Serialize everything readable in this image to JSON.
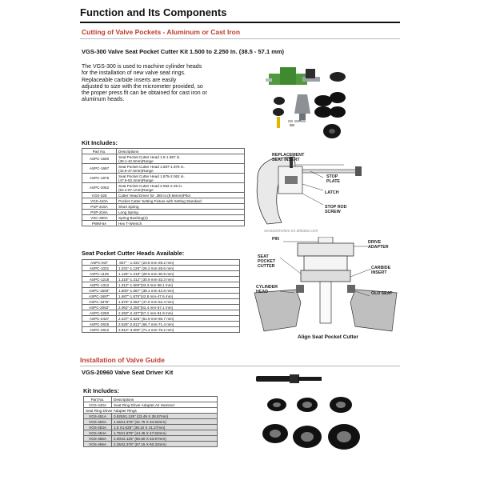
{
  "page": {
    "title": "Function and Its Components",
    "watermark": "sesautomotive.en.alibaba.com"
  },
  "pocket_section": {
    "heading": "Cutting of Valve Pockets - Aluminum or Cast Iron",
    "kit_title": "VGS-300 Valve Seat Pocket Cutter Kit  1.500 to 2.250 In. (38.5 - 57.1 mm)",
    "description": [
      "The VGS-300 is used to machine cylinder heads",
      "for the installation of new valve seat rings.",
      "Replaceable carbide inserts are easily",
      "adjusted to size with the micrometer provided, so",
      "the proper press fit can be obtained for cast iron or",
      "aluminum heads."
    ],
    "kit_includes_label": "Kit Includes:",
    "kit_table": {
      "headers": [
        "Part No.",
        "Descriptions"
      ],
      "rows": [
        {
          "part": "ASPC-1500",
          "desc": [
            "Seat Pocket Cutter Head 1.5-1.687 in.",
            "(38.1-42.9mm)Range"
          ]
        },
        {
          "part": "ASPC-1687",
          "desc": [
            "Seat Pocket Cutter Head 1.687-1.875 in.",
            "(42.9-47.6mm)Range"
          ]
        },
        {
          "part": "ASPC-1875",
          "desc": [
            "Seat Pocket Cutter Head 1.875-2.062 in.",
            "(47.6-52.4mm)Range"
          ]
        },
        {
          "part": "ASPC-2062",
          "desc": [
            "Seat Pocket Cutter Head 2.062-2.25 in.",
            "(52.4-57.1mm)Range"
          ]
        },
        {
          "part": "VGS-325",
          "desc": [
            "Cutter Head Driver for .380 in.(9.66mm)Pilot"
          ]
        },
        {
          "part": "VGS-410A",
          "desc": [
            "Pocket Cutter Setting Fixture with Setting Standard"
          ]
        },
        {
          "part": "PSP-215A",
          "desc": [
            "Short Spring"
          ]
        },
        {
          "part": "PSP-216A",
          "desc": [
            "Long Spring"
          ]
        },
        {
          "part": "VSC-300A",
          "desc": [
            "Spring Bushing(4)"
          ]
        },
        {
          "part": "PWM-6A",
          "desc": [
            "Hex T-Wrench"
          ]
        }
      ]
    },
    "cutter_heads_label": "Seat Pocket Cutter Heads Available:",
    "cutter_table": [
      {
        "part": "ASPC-937",
        "range": ".937\" - 1.031\" (23.8 mm-26.2 mm)"
      },
      {
        "part": "ASPC-1031",
        "range": "1.031\"-1.125\" (26.2 mm-28.6 mm)"
      },
      {
        "part": "ASPC-1125",
        "range": "1.125\"-1.218\" (28.6 mm-30.9 mm)"
      },
      {
        "part": "ASPC-1218",
        "range": "1.218\"-1.312\" (30.9 mm-33.3 mm)"
      },
      {
        "part": "ASPC-1312",
        "range": "1.312\"-1.500\"(33.3 mm-38.1 mm)"
      },
      {
        "part": "ASPC-1500\"",
        "range": "1.500\"-1.687\" (38.1 mm-42.8 mm)"
      },
      {
        "part": "ASPC-1687\"",
        "range": "1.687\"-1.875\"(42.8 mm-47.6 mm)"
      },
      {
        "part": "ASPC-1875\"",
        "range": "1.875\"-2.062\" (47.6 mm-52.4 mm)"
      },
      {
        "part": "ASPC-2062\"",
        "range": "2.062\"-2.250\"(52.4 mm-57.1 mm)"
      },
      {
        "part": "ASPC-2250",
        "range": "2.250\"-2.437\"(57.1 mm-61.9 mm)"
      },
      {
        "part": "ASPC-2437",
        "range": "2.437\"-2.625\" (61.9 mm-66.7 mm)"
      },
      {
        "part": "ASPC-2625",
        "range": "2.625\"-2.812\" (66.7 mm-71.4 mm)"
      },
      {
        "part": "ASPC-2812",
        "range": "2.812\"-3.000\" (71.4 mm-76.2 mm)"
      }
    ],
    "callouts_top": {
      "replacement": [
        "REPLACEMENT",
        "SEAT INSERT"
      ],
      "stop_plate": [
        "STOP",
        "PLATE"
      ],
      "latch": [
        "LATCH"
      ],
      "stop_rod": [
        "STOP ROD",
        "SCREW"
      ]
    },
    "callouts_bottom": {
      "pin": [
        "PIN"
      ],
      "drive_adapter": [
        "DRIVE",
        "ADAPTER"
      ],
      "seat_pocket_cutter": [
        "SEAT",
        "POCKET",
        "CUTTER"
      ],
      "carbide_insert": [
        "CARBIDE",
        "INSERT"
      ],
      "cylinder_head": [
        "CYLINDER",
        "HEAD"
      ],
      "old_seat": [
        "OLD SEAT"
      ],
      "caption": "Align Seat Pocket Cutter"
    }
  },
  "guide_section": {
    "heading": "Installation of Valve Guide",
    "kit_title": "VGS-20960 Valve Seat Driver Kit",
    "kit_includes_label": "Kit Includes:",
    "table": {
      "headers": [
        "Part No.",
        "Descriptions"
      ],
      "rows": [
        {
          "part": "VGS-440A",
          "desc": "Seat Ring Driver Adapter,Air Hammer",
          "shade": false
        },
        {
          "part": "",
          "desc": "Seat Ring Driver Adapter Rings",
          "shade": false
        },
        {
          "part": "VGS-451A",
          "desc": "0.925X1.125\" (23.49 X 28.57mm)",
          "shade": true
        },
        {
          "part": "VGS-452A",
          "desc": "1.25X1.375\" (31.75 X 34.92mm)",
          "shade": true
        },
        {
          "part": "VGS-453A",
          "desc": "1.5 X1.625\" (38.10 X 41.27mm)",
          "shade": true
        },
        {
          "part": "VGS-454A",
          "desc": "1.75X1.875\" (44.45 X 47.62mm)",
          "shade": true
        },
        {
          "part": "VGS-455A",
          "desc": "2.00X2.125\" (50.80 X 53.97mm)",
          "shade": true
        },
        {
          "part": "VGS-456A",
          "desc": "2.25X2.375\" (57.15 X 60.32mm)",
          "shade": true
        }
      ]
    }
  }
}
